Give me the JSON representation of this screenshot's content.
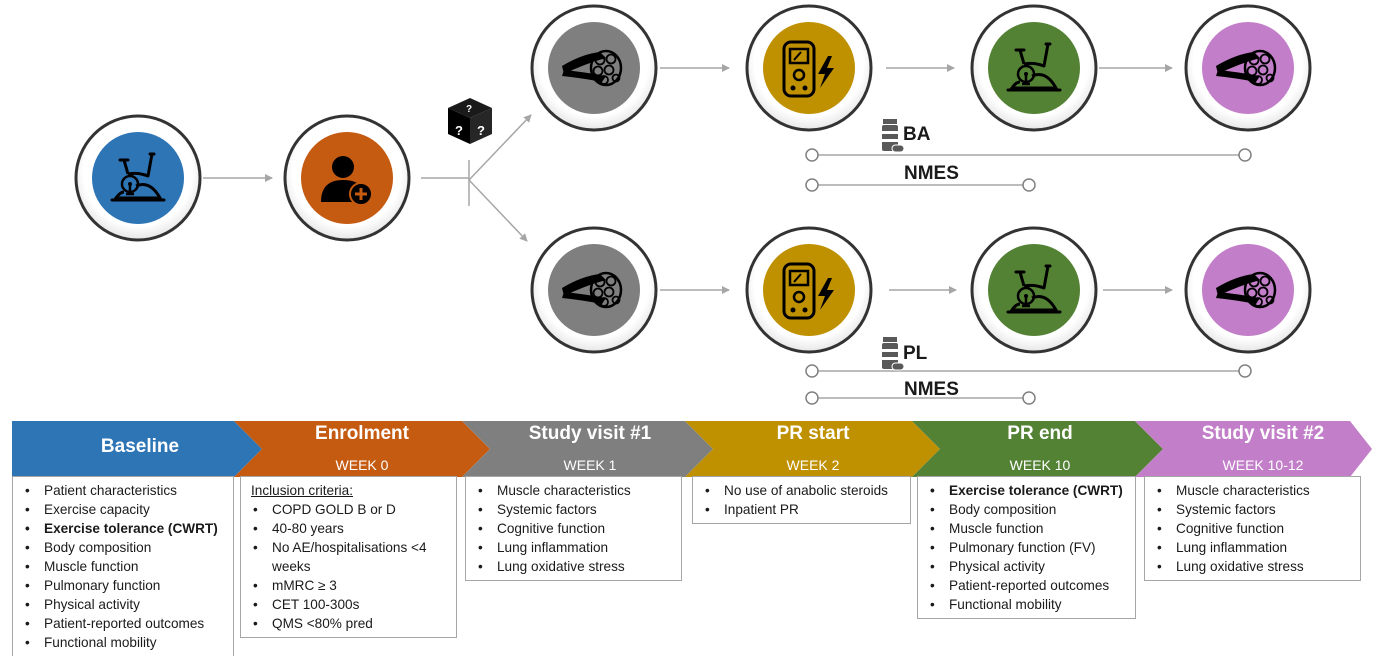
{
  "arms": {
    "upper": {
      "drug_label": "BA",
      "nmes_label": "NMES"
    },
    "lower": {
      "drug_label": "PL",
      "nmes_label": "NMES"
    }
  },
  "icons": {
    "baseline": "exercise-bike-icon",
    "enrolment": "add-person-icon",
    "randomisation": "question-dice-icon",
    "muscle_biopsy": "muscle-fibre-icon",
    "nmes": "electrical-stimulation-device-icon",
    "training": "exercise-bike-icon",
    "drug": "pill-bottle-icon"
  },
  "colors": {
    "baseline": "#2e75b6",
    "enrolment": "#c55a11",
    "study_visit_1": "#7f7f7f",
    "pr_start": "#bf9000",
    "pr_end": "#548235",
    "study_visit_2": "#c27ec8"
  },
  "stages": [
    {
      "title": "Baseline",
      "week": "",
      "items": [
        {
          "text": "Patient characteristics",
          "bold": false
        },
        {
          "text": "Exercise capacity",
          "bold": false
        },
        {
          "text": "Exercise tolerance (CWRT)",
          "bold": true
        },
        {
          "text": "Body composition",
          "bold": false
        },
        {
          "text": "Muscle function",
          "bold": false
        },
        {
          "text": "Pulmonary function",
          "bold": false
        },
        {
          "text": "Physical activity",
          "bold": false
        },
        {
          "text": "Patient-reported outcomes",
          "bold": false
        },
        {
          "text": "Functional mobility",
          "bold": false
        }
      ]
    },
    {
      "title": "Enrolment",
      "week": "WEEK 0",
      "criteria_label": "Inclusion criteria:",
      "items": [
        {
          "text": "COPD GOLD B or D",
          "bold": false
        },
        {
          "text": "40-80 years",
          "bold": false
        },
        {
          "text": "No AE/hospitalisations <4 weeks",
          "bold": false
        },
        {
          "text": "mMRC ≥ 3",
          "bold": false
        },
        {
          "text": "CET 100-300s",
          "bold": false
        },
        {
          "text": "QMS <80% pred",
          "bold": false
        }
      ]
    },
    {
      "title": "Study visit #1",
      "week": "WEEK 1",
      "items": [
        {
          "text": "Muscle characteristics",
          "bold": false
        },
        {
          "text": "Systemic factors",
          "bold": false
        },
        {
          "text": "Cognitive function",
          "bold": false
        },
        {
          "text": "Lung inflammation",
          "bold": false
        },
        {
          "text": "Lung oxidative stress",
          "bold": false
        }
      ]
    },
    {
      "title": "PR start",
      "week": "WEEK 2",
      "items": [
        {
          "text": "No use of anabolic steroids",
          "bold": false
        },
        {
          "text": "Inpatient PR",
          "bold": false
        }
      ]
    },
    {
      "title": "PR end",
      "week": "WEEK 10",
      "items": [
        {
          "text": "Exercise tolerance (CWRT)",
          "bold": true
        },
        {
          "text": "Body composition",
          "bold": false
        },
        {
          "text": "Muscle function",
          "bold": false
        },
        {
          "text": "Pulmonary function (FV)",
          "bold": false
        },
        {
          "text": "Physical activity",
          "bold": false
        },
        {
          "text": "Patient-reported outcomes",
          "bold": false
        },
        {
          "text": "Functional mobility",
          "bold": false
        }
      ]
    },
    {
      "title": "Study visit #2",
      "week": "WEEK 10-12",
      "items": [
        {
          "text": "Muscle characteristics",
          "bold": false
        },
        {
          "text": "Systemic factors",
          "bold": false
        },
        {
          "text": "Cognitive function",
          "bold": false
        },
        {
          "text": "Lung inflammation",
          "bold": false
        },
        {
          "text": "Lung oxidative stress",
          "bold": false
        }
      ]
    }
  ]
}
